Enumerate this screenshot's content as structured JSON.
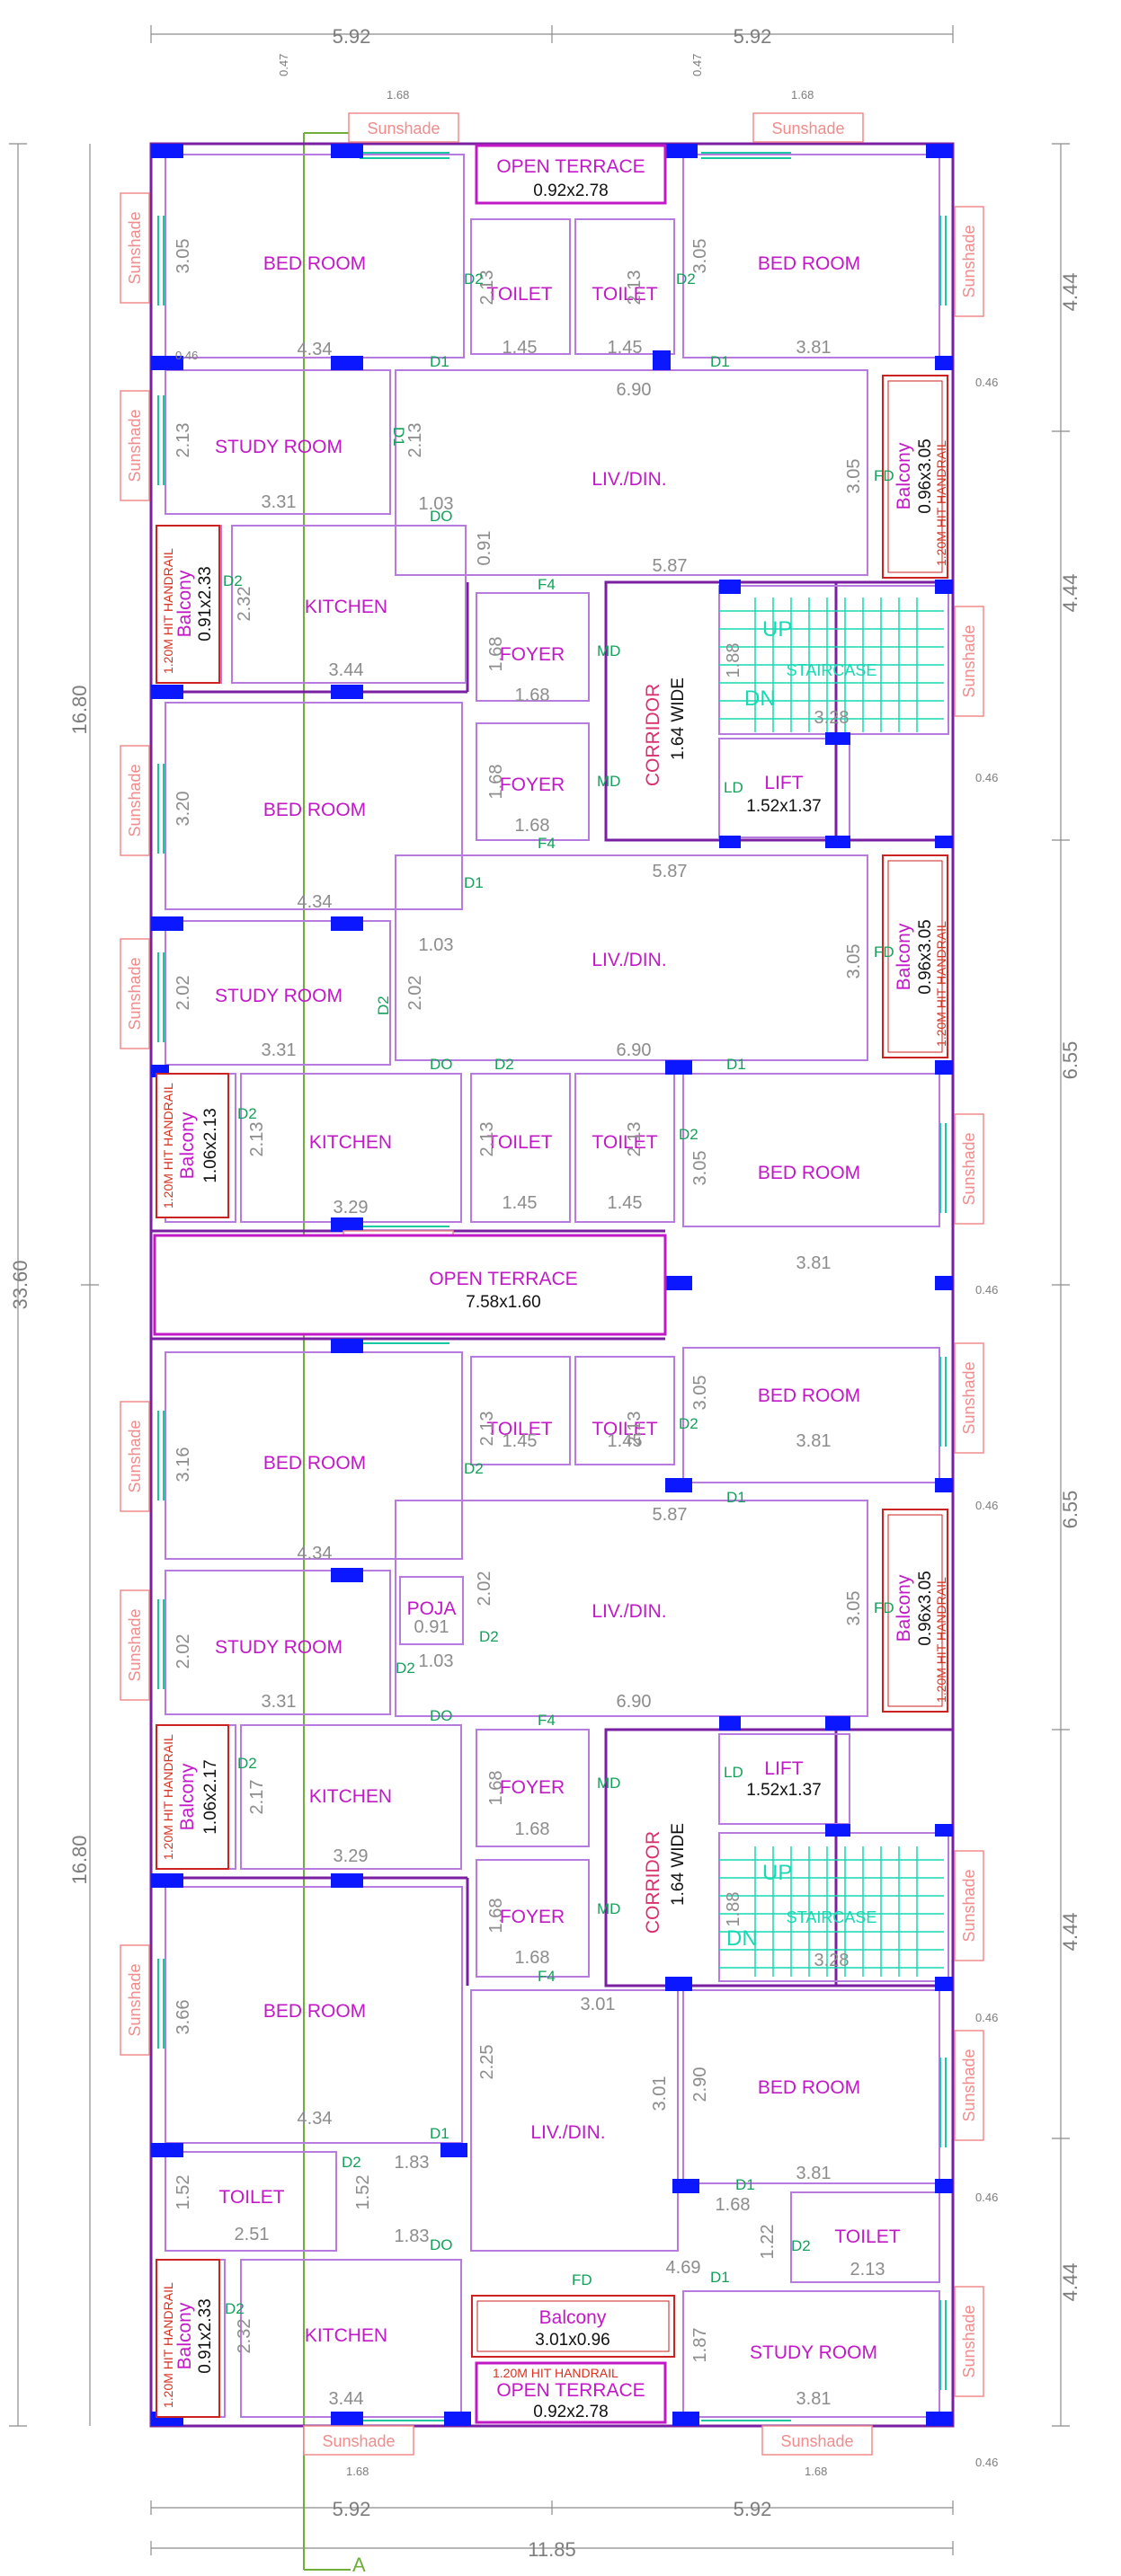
{
  "dims": {
    "top_left": "5.92",
    "top_right": "5.92",
    "bottom_left": "5.92",
    "bottom_right": "5.92",
    "bottom_total": "11.85",
    "left_total": "33.60",
    "left_upper": "16.80",
    "left_lower": "16.80",
    "right": [
      "4.44",
      "4.44",
      "6.55",
      "6.55",
      "4.44",
      "4.44"
    ],
    "small_a": "0.47",
    "small_b": "1.68",
    "small_c": "0.46"
  },
  "section_marker": "A",
  "sunshade": "Sunshade",
  "rooms": {
    "bed_room": "BED ROOM",
    "toilet": "TOILET",
    "study_room": "STUDY ROOM",
    "living": "LIV./DIN.",
    "kitchen": "KITCHEN",
    "foyer": "FOYER",
    "corridor": "CORRIDOR",
    "corridor_width": "1.64 WIDE",
    "lift": "LIFT",
    "lift_size": "1.52x1.37",
    "staircase": "STAIRCASE",
    "up": "UP",
    "dn": "DN",
    "pooja": "POJA",
    "open_terrace": "OPEN TERRACE",
    "balcony": "Balcony",
    "handrail": "1.20M HIT HANDRAIL"
  },
  "sizes": {
    "terrace_top": "0.92x2.78",
    "terrace_mid": "7.58x1.60",
    "terrace_bottom": "0.92x2.78",
    "balcony_r1": "0.96x3.05",
    "balcony_r2": "0.96x3.05",
    "balcony_r3": "0.96x3.05",
    "balcony_l1": "0.91x2.33",
    "balcony_l2": "1.06x2.13",
    "balcony_l3": "1.06x2.17",
    "balcony_l4": "0.91x2.33",
    "balcony_bottom": "3.01x0.96"
  },
  "room_dims": [
    "3.05",
    "4.34",
    "2.13",
    "1.45",
    "2.13",
    "1.45",
    "3.05",
    "3.81",
    "6.90",
    "2.13",
    "3.31",
    "2.13",
    "1.03",
    "0.91",
    "5.87",
    "3.05",
    "2.32",
    "3.44",
    "1.68",
    "1.68",
    "1.88",
    "3.28",
    "3.20",
    "4.34",
    "1.68",
    "1.68",
    "5.87",
    "1.03",
    "2.02",
    "3.31",
    "2.02",
    "6.90",
    "3.05",
    "2.13",
    "3.29",
    "2.13",
    "1.45",
    "2.13",
    "1.45",
    "3.05",
    "3.81",
    "3.16",
    "2.13",
    "1.45",
    "2.13",
    "1.45",
    "3.05",
    "3.81",
    "4.34",
    "0.91",
    "2.02",
    "5.87",
    "2.02",
    "1.03",
    "3.31",
    "6.90",
    "3.05",
    "2.17",
    "3.29",
    "1.68",
    "1.68",
    "1.88",
    "3.28",
    "1.68",
    "1.68",
    "3.66",
    "4.34",
    "3.01",
    "2.25",
    "3.01",
    "2.90",
    "3.81",
    "1.83",
    "1.52",
    "2.51",
    "1.52",
    "1.83",
    "1.68",
    "1.22",
    "2.13",
    "4.69",
    "2.32",
    "3.44",
    "1.87",
    "3.81"
  ],
  "doors": {
    "d1": "D1",
    "d2": "D2",
    "do": "DO",
    "f4": "F4",
    "md": "MD",
    "ld": "LD",
    "fd": "FD"
  }
}
